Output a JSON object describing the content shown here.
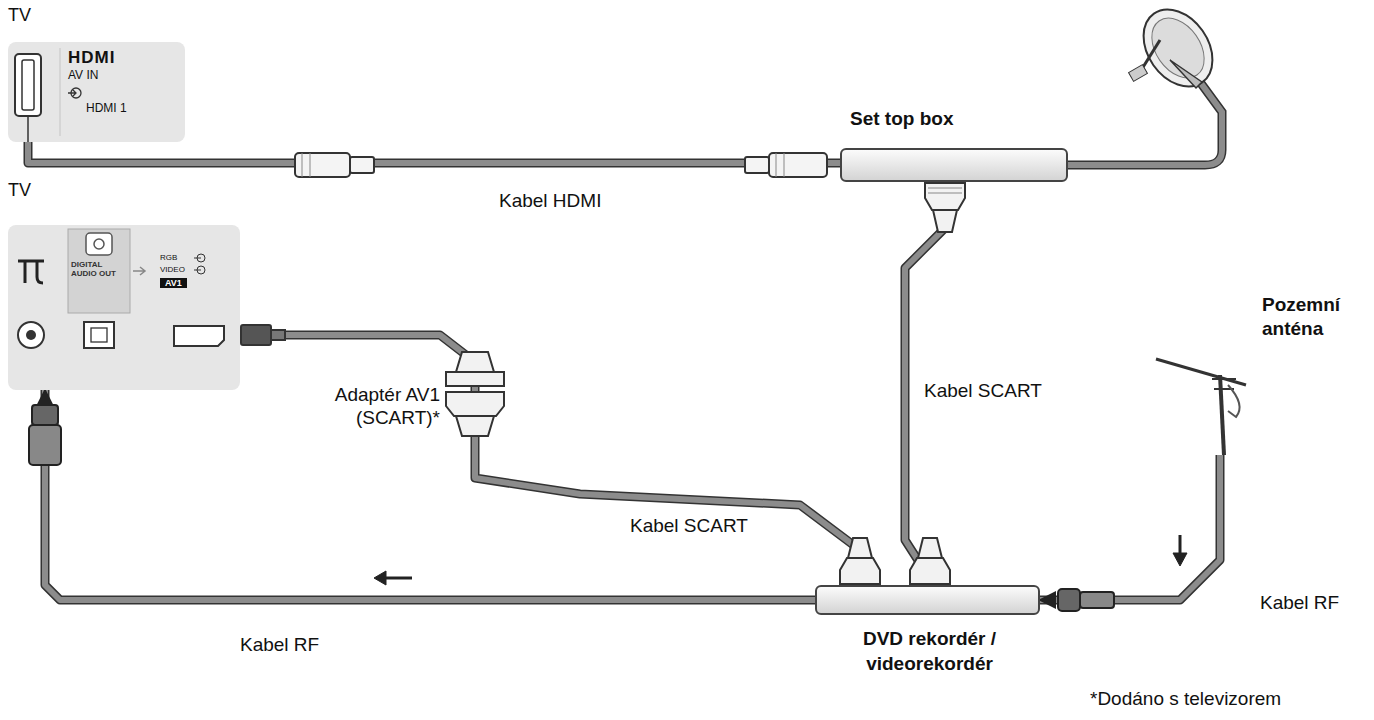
{
  "diagram": {
    "nodes": [
      {
        "text": [
          "TV",
          "HDMI",
          "AV IN",
          "HDMI 1"
        ]
      },
      {
        "text": [
          "Set top box"
        ]
      },
      {
        "text": [
          "TV",
          "DIGITAL AUDIO OUT",
          "RGB",
          "VIDEO",
          "AV1"
        ]
      },
      {
        "text": [
          "Pozemní anténa"
        ]
      },
      {
        "text": [
          "DVD rekordér / videorekordér"
        ]
      }
    ],
    "edges": [
      {
        "from": 0,
        "to": 1,
        "arrow": "none",
        "label": "Kabel HDMI"
      },
      {
        "from": 1,
        "to": 4,
        "arrow": "none",
        "label": "Kabel SCART"
      },
      {
        "from": 4,
        "to": 2,
        "arrow": "none",
        "label": "Kabel SCART"
      },
      {
        "from": 3,
        "to": 4,
        "arrow": "to",
        "label": "Kabel RF"
      },
      {
        "from": 4,
        "to": 2,
        "arrow": "to",
        "label": "Kabel RF"
      }
    ],
    "labels": [
      "Adaptér AV1 (SCART)*",
      "*Dodáno s televizorem"
    ]
  }
}
